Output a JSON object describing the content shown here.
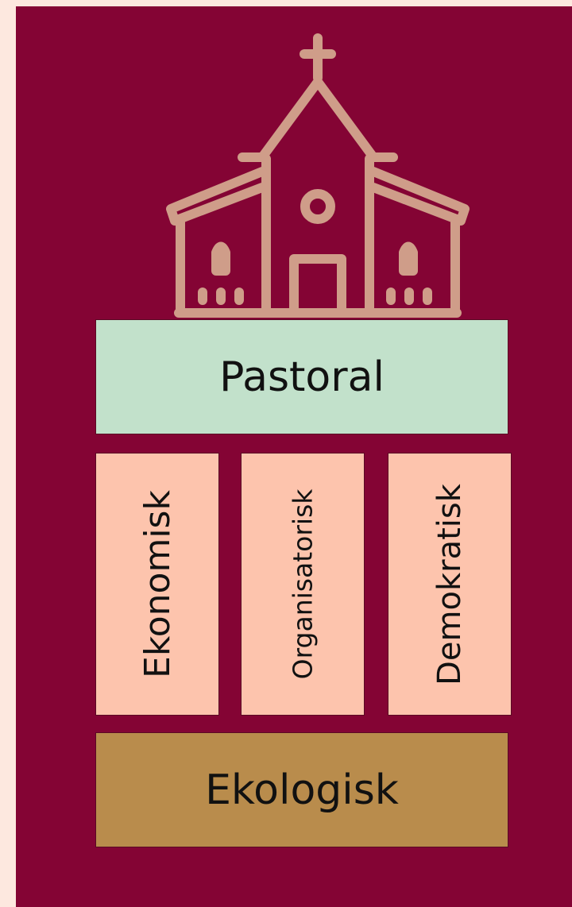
{
  "colors": {
    "page_background": "#fde8df",
    "panel_background": "#840434",
    "church_outline": "#cf9d89",
    "pastoral_box": "#c2e1cb",
    "pillar_box": "#fdc4ad",
    "ekologisk_box": "#b98c4c"
  },
  "icon": "church-icon",
  "top_box": {
    "label": "Pastoral"
  },
  "pillars": [
    {
      "label": "Ekonomisk"
    },
    {
      "label": "Organisatorisk"
    },
    {
      "label": "Demokratisk"
    }
  ],
  "bottom_box": {
    "label": "Ekologisk"
  }
}
